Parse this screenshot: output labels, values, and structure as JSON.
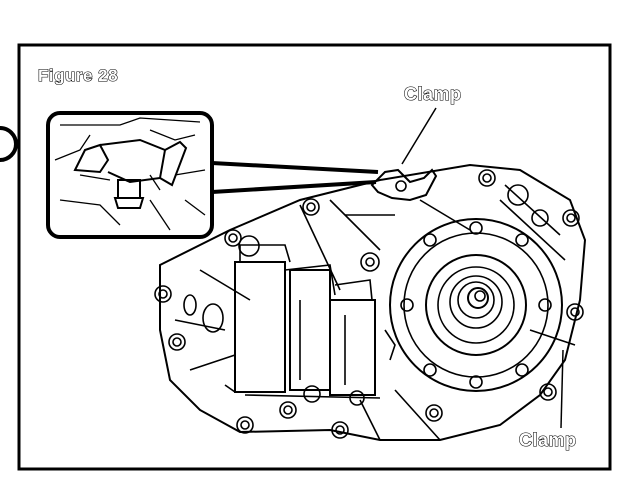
{
  "figure": {
    "title": "Figure 28",
    "labels": {
      "clamp_top": "Clamp",
      "clamp_bottom": "Clamp"
    }
  },
  "colors": {
    "line": "#000000",
    "background": "#ffffff"
  }
}
